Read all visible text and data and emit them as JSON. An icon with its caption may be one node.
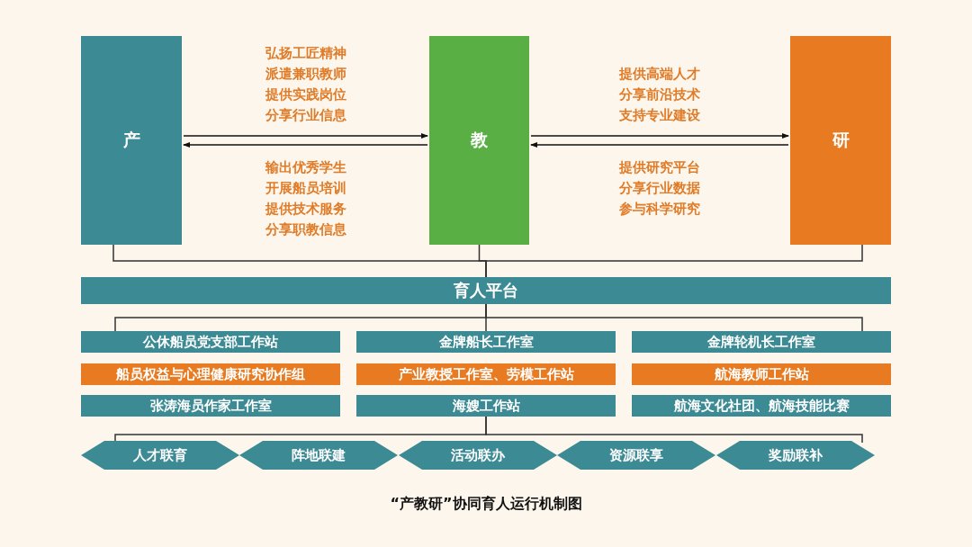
{
  "diagram": {
    "caption": "“产教研”协同育人运行机制图",
    "nodes": [
      {
        "text": [
          "产"
        ]
      },
      {
        "text": [
          "教"
        ]
      },
      {
        "text": [
          "研"
        ]
      },
      {
        "text": [
          "育人平台"
        ]
      },
      {
        "text": [
          "公休船员党支部工作站"
        ]
      },
      {
        "text": [
          "金牌船长工作室"
        ]
      },
      {
        "text": [
          "金牌轮机长工作室"
        ]
      },
      {
        "text": [
          "船员权益与心理健康研究协作组"
        ]
      },
      {
        "text": [
          "产业教授工作室、劳模工作站"
        ]
      },
      {
        "text": [
          "航海教师工作站"
        ]
      },
      {
        "text": [
          "张涛海员作家工作室"
        ]
      },
      {
        "text": [
          "海嫂工作站"
        ]
      },
      {
        "text": [
          "航海文化社团、航海技能比赛"
        ]
      },
      {
        "text": [
          "人才联育"
        ]
      },
      {
        "text": [
          "阵地联建"
        ]
      },
      {
        "text": [
          "活动联办"
        ]
      },
      {
        "text": [
          "资源联享"
        ]
      },
      {
        "text": [
          "奖励联补"
        ]
      }
    ],
    "edges": [
      {
        "from": 0,
        "to": 1,
        "arrow": "to",
        "label": "弘扬工匠精神派遣兼职教师提供实践岗位分享行业信息"
      },
      {
        "from": 1,
        "to": 0,
        "arrow": "to",
        "label": "输出优秀学生开展船员培训提供技术服务分享职教信息"
      },
      {
        "from": 1,
        "to": 2,
        "arrow": "to",
        "label": "提供高端人才分享前沿技术支持专业建设"
      },
      {
        "from": 2,
        "to": 1,
        "arrow": "to",
        "label": "提供研究平台分享行业数据参与科学研究"
      },
      {
        "from": 0,
        "to": 3,
        "arrow": "none"
      },
      {
        "from": 1,
        "to": 3,
        "arrow": "none"
      },
      {
        "from": 2,
        "to": 3,
        "arrow": "none"
      },
      {
        "from": 3,
        "to": 4,
        "arrow": "none"
      },
      {
        "from": 3,
        "to": 5,
        "arrow": "none"
      },
      {
        "from": 3,
        "to": 6,
        "arrow": "none"
      },
      {
        "from": 11,
        "to": 13,
        "arrow": "none"
      },
      {
        "from": 11,
        "to": 17,
        "arrow": "none"
      }
    ]
  }
}
